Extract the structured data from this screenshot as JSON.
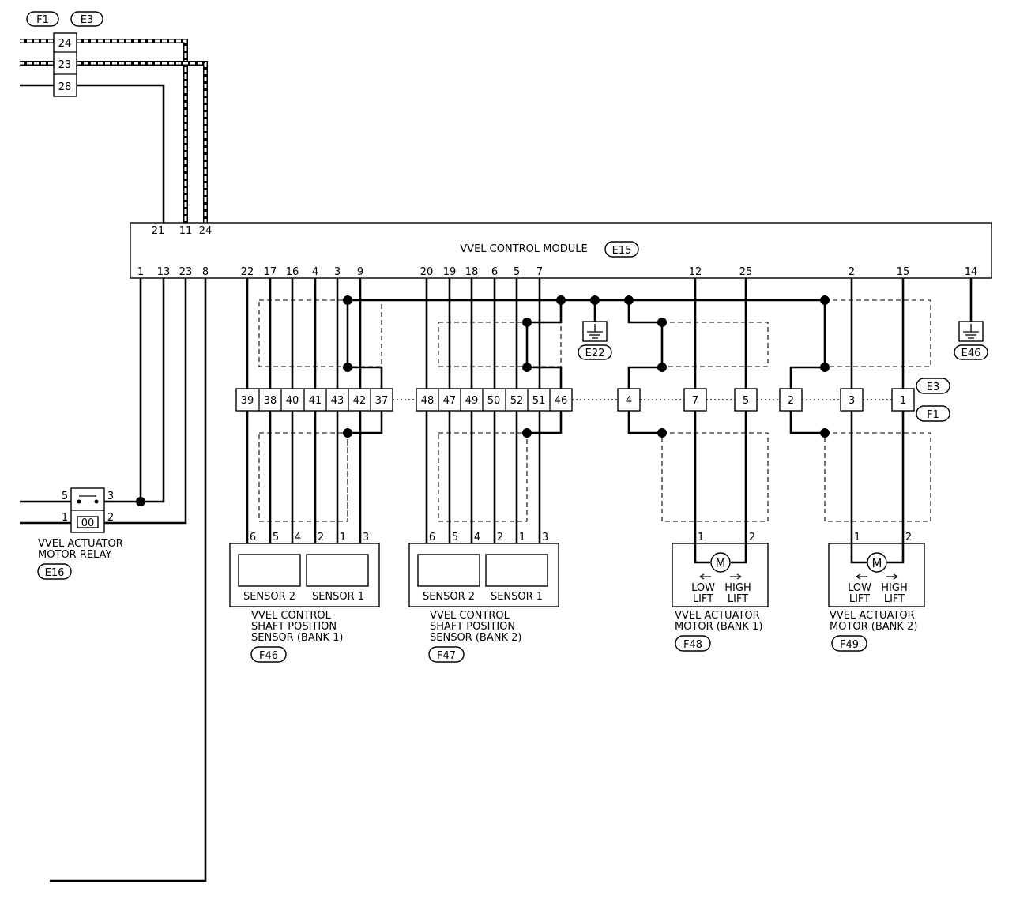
{
  "harness_tags": {
    "f1": "F1",
    "e3": "E3"
  },
  "harness_pins": {
    "p24": "24",
    "p23": "23",
    "p28": "28"
  },
  "module": {
    "title": "VVEL CONTROL MODULE",
    "connector": "E15",
    "top_pins": {
      "p21": "21",
      "p11": "11",
      "p24": "24"
    },
    "bottom_pins": {
      "p1": "1",
      "p13": "13",
      "p23": "23",
      "p8": "8",
      "p22": "22",
      "p17": "17",
      "p16": "16",
      "p4": "4",
      "p3": "3",
      "p9": "9",
      "p20": "20",
      "p19": "19",
      "p18": "18",
      "p6": "6",
      "p5": "5",
      "p7": "7",
      "p12": "12",
      "p25": "25",
      "p2": "2",
      "p15": "15",
      "p14": "14"
    }
  },
  "grounds": {
    "e22": "E22",
    "e46": "E46"
  },
  "inline_connector": {
    "tag_upper": "E3",
    "tag_lower": "F1",
    "pins": {
      "c39": "39",
      "c38": "38",
      "c40": "40",
      "c41": "41",
      "c43": "43",
      "c42": "42",
      "c37": "37",
      "c48": "48",
      "c47": "47",
      "c49": "49",
      "c50": "50",
      "c52": "52",
      "c51": "51",
      "c46": "46",
      "c4": "4",
      "c7": "7",
      "c5": "5",
      "c2": "2",
      "c3": "3",
      "c1": "1"
    }
  },
  "relay": {
    "label_line1": "VVEL ACTUATOR",
    "label_line2": "MOTOR RELAY",
    "connector": "E16",
    "pins": {
      "p5": "5",
      "p3": "3",
      "p1": "1",
      "p2": "2"
    }
  },
  "sensor_bank1": {
    "pins": {
      "p6": "6",
      "p5": "5",
      "p4": "4",
      "p2": "2",
      "p1": "1",
      "p3": "3"
    },
    "sensor2": "SENSOR 2",
    "sensor1": "SENSOR 1",
    "label_line1": "VVEL CONTROL",
    "label_line2": "SHAFT POSITION",
    "label_line3": "SENSOR (BANK 1)",
    "connector": "F46"
  },
  "sensor_bank2": {
    "pins": {
      "p6": "6",
      "p5": "5",
      "p4": "4",
      "p2": "2",
      "p1": "1",
      "p3": "3"
    },
    "sensor2": "SENSOR 2",
    "sensor1": "SENSOR 1",
    "label_line1": "VVEL CONTROL",
    "label_line2": "SHAFT POSITION",
    "label_line3": "SENSOR (BANK 2)",
    "connector": "F47"
  },
  "motor_bank1": {
    "pins": {
      "p1": "1",
      "p2": "2"
    },
    "symbol": "M",
    "low": "LOW",
    "high": "HIGH",
    "lift": "LIFT",
    "label_line1": "VVEL ACTUATOR",
    "label_line2": "MOTOR (BANK 1)",
    "connector": "F48"
  },
  "motor_bank2": {
    "pins": {
      "p1": "1",
      "p2": "2"
    },
    "symbol": "M",
    "low": "LOW",
    "high": "HIGH",
    "lift": "LIFT",
    "label_line1": "VVEL ACTUATOR",
    "label_line2": "MOTOR (BANK 2)",
    "connector": "F49"
  }
}
